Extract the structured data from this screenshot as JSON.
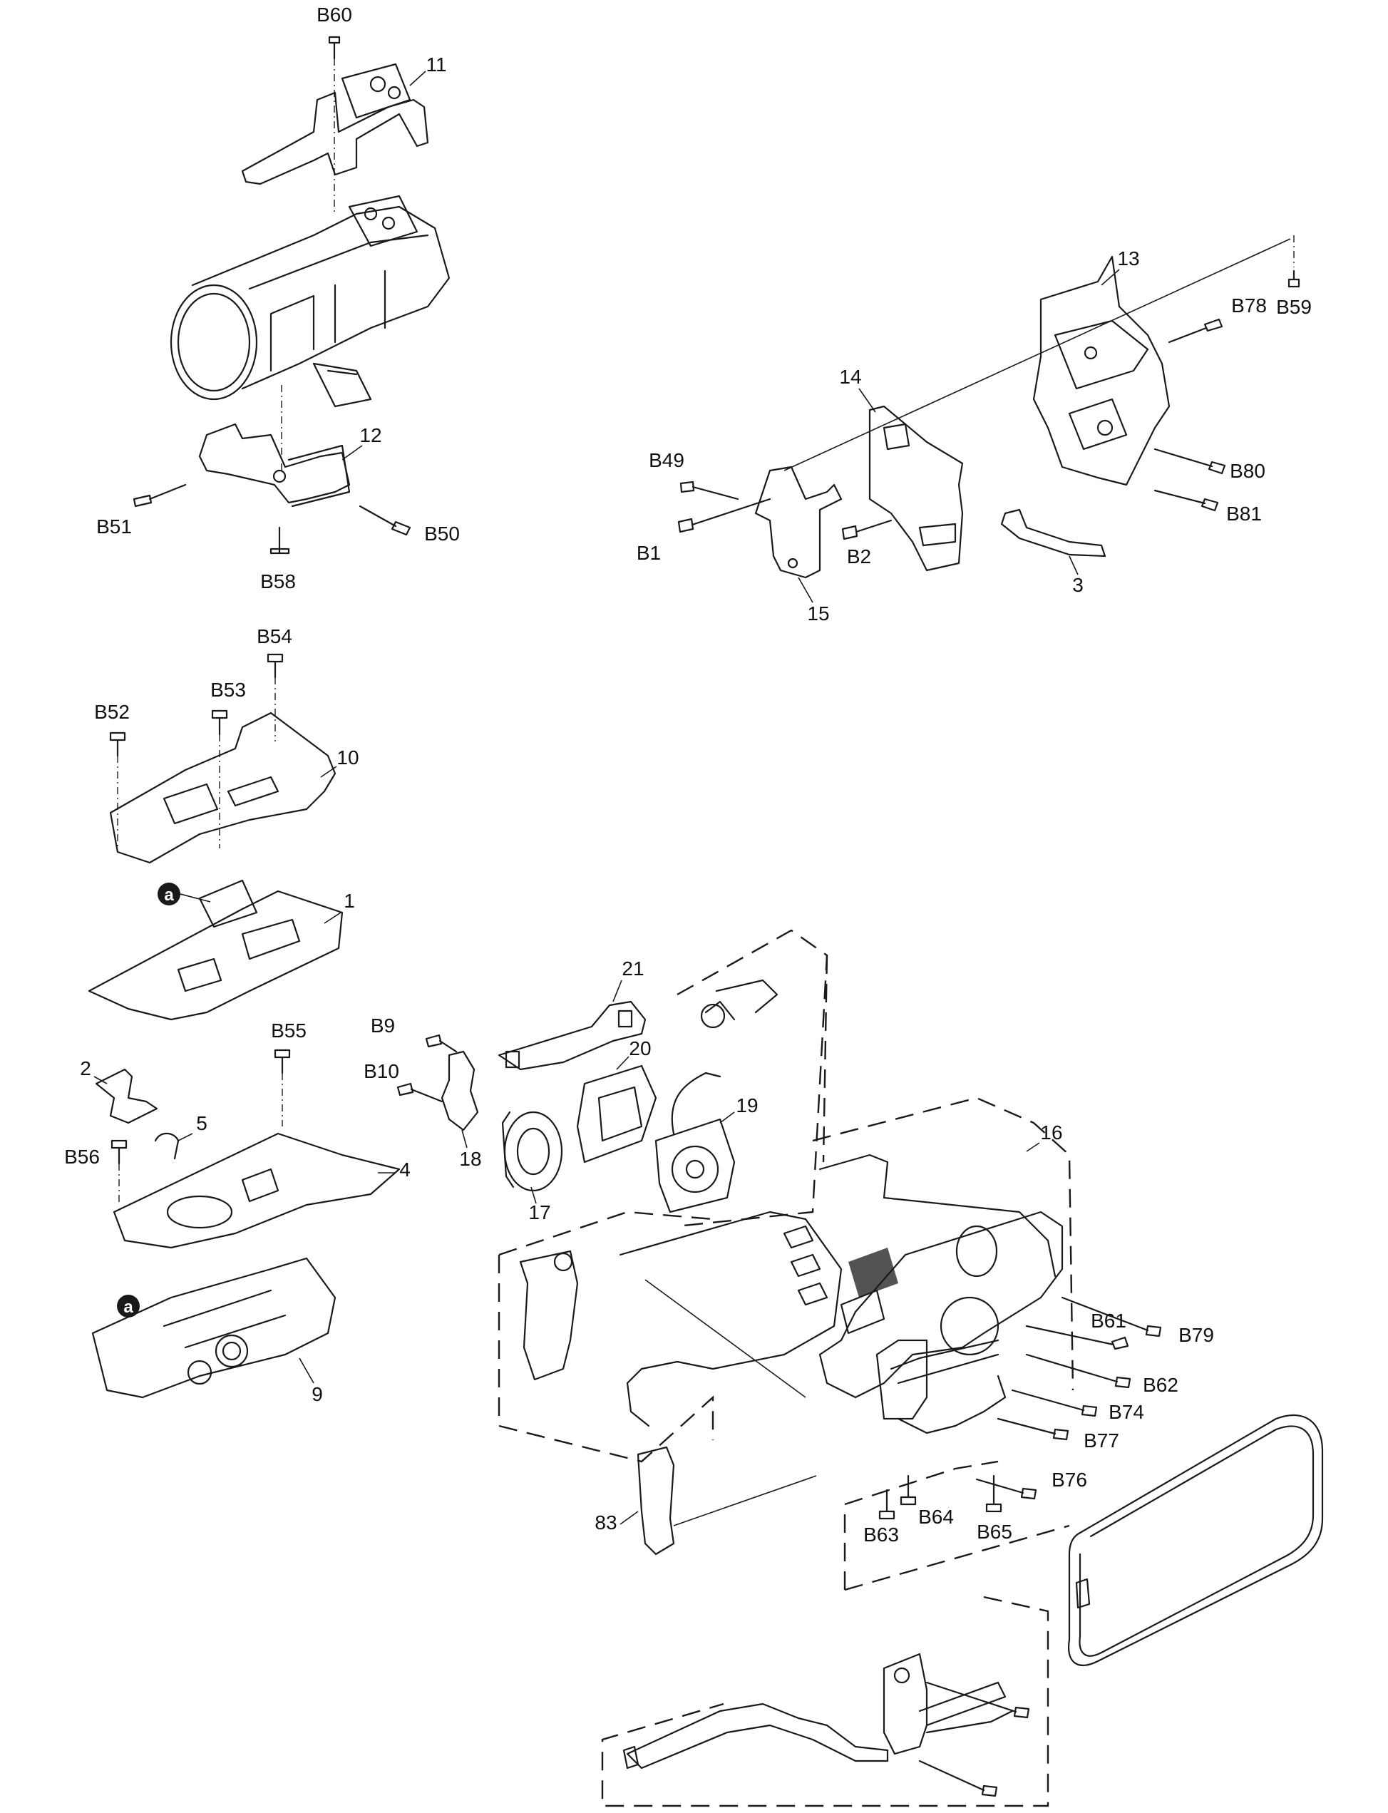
{
  "labels": {
    "l_B60": "B60",
    "l_11": "11",
    "l_12": "12",
    "l_B51": "B51",
    "l_B50": "B50",
    "l_B58": "B58",
    "l_13": "13",
    "l_B78": "B78",
    "l_B59": "B59",
    "l_14": "14",
    "l_B49": "B49",
    "l_B1": "B1",
    "l_B2": "B2",
    "l_B80": "B80",
    "l_B81": "B81",
    "l_3": "3",
    "l_15": "15",
    "l_B54": "B54",
    "l_B53": "B53",
    "l_B52": "B52",
    "l_10": "10",
    "l_1": "1",
    "l_B55": "B55",
    "l_2": "2",
    "l_5": "5",
    "l_B56": "B56",
    "l_4": "4",
    "l_9": "9",
    "l_B9": "B9",
    "l_B10": "B10",
    "l_18": "18",
    "l_17": "17",
    "l_21": "21",
    "l_20": "20",
    "l_19": "19",
    "l_16": "16",
    "l_B61": "B61",
    "l_B79": "B79",
    "l_B62": "B62",
    "l_B74": "B74",
    "l_B77": "B77",
    "l_B76": "B76",
    "l_B63": "B63",
    "l_B64": "B64",
    "l_B65": "B65",
    "l_83": "83",
    "mark_a1": "a",
    "mark_a2": "a"
  }
}
